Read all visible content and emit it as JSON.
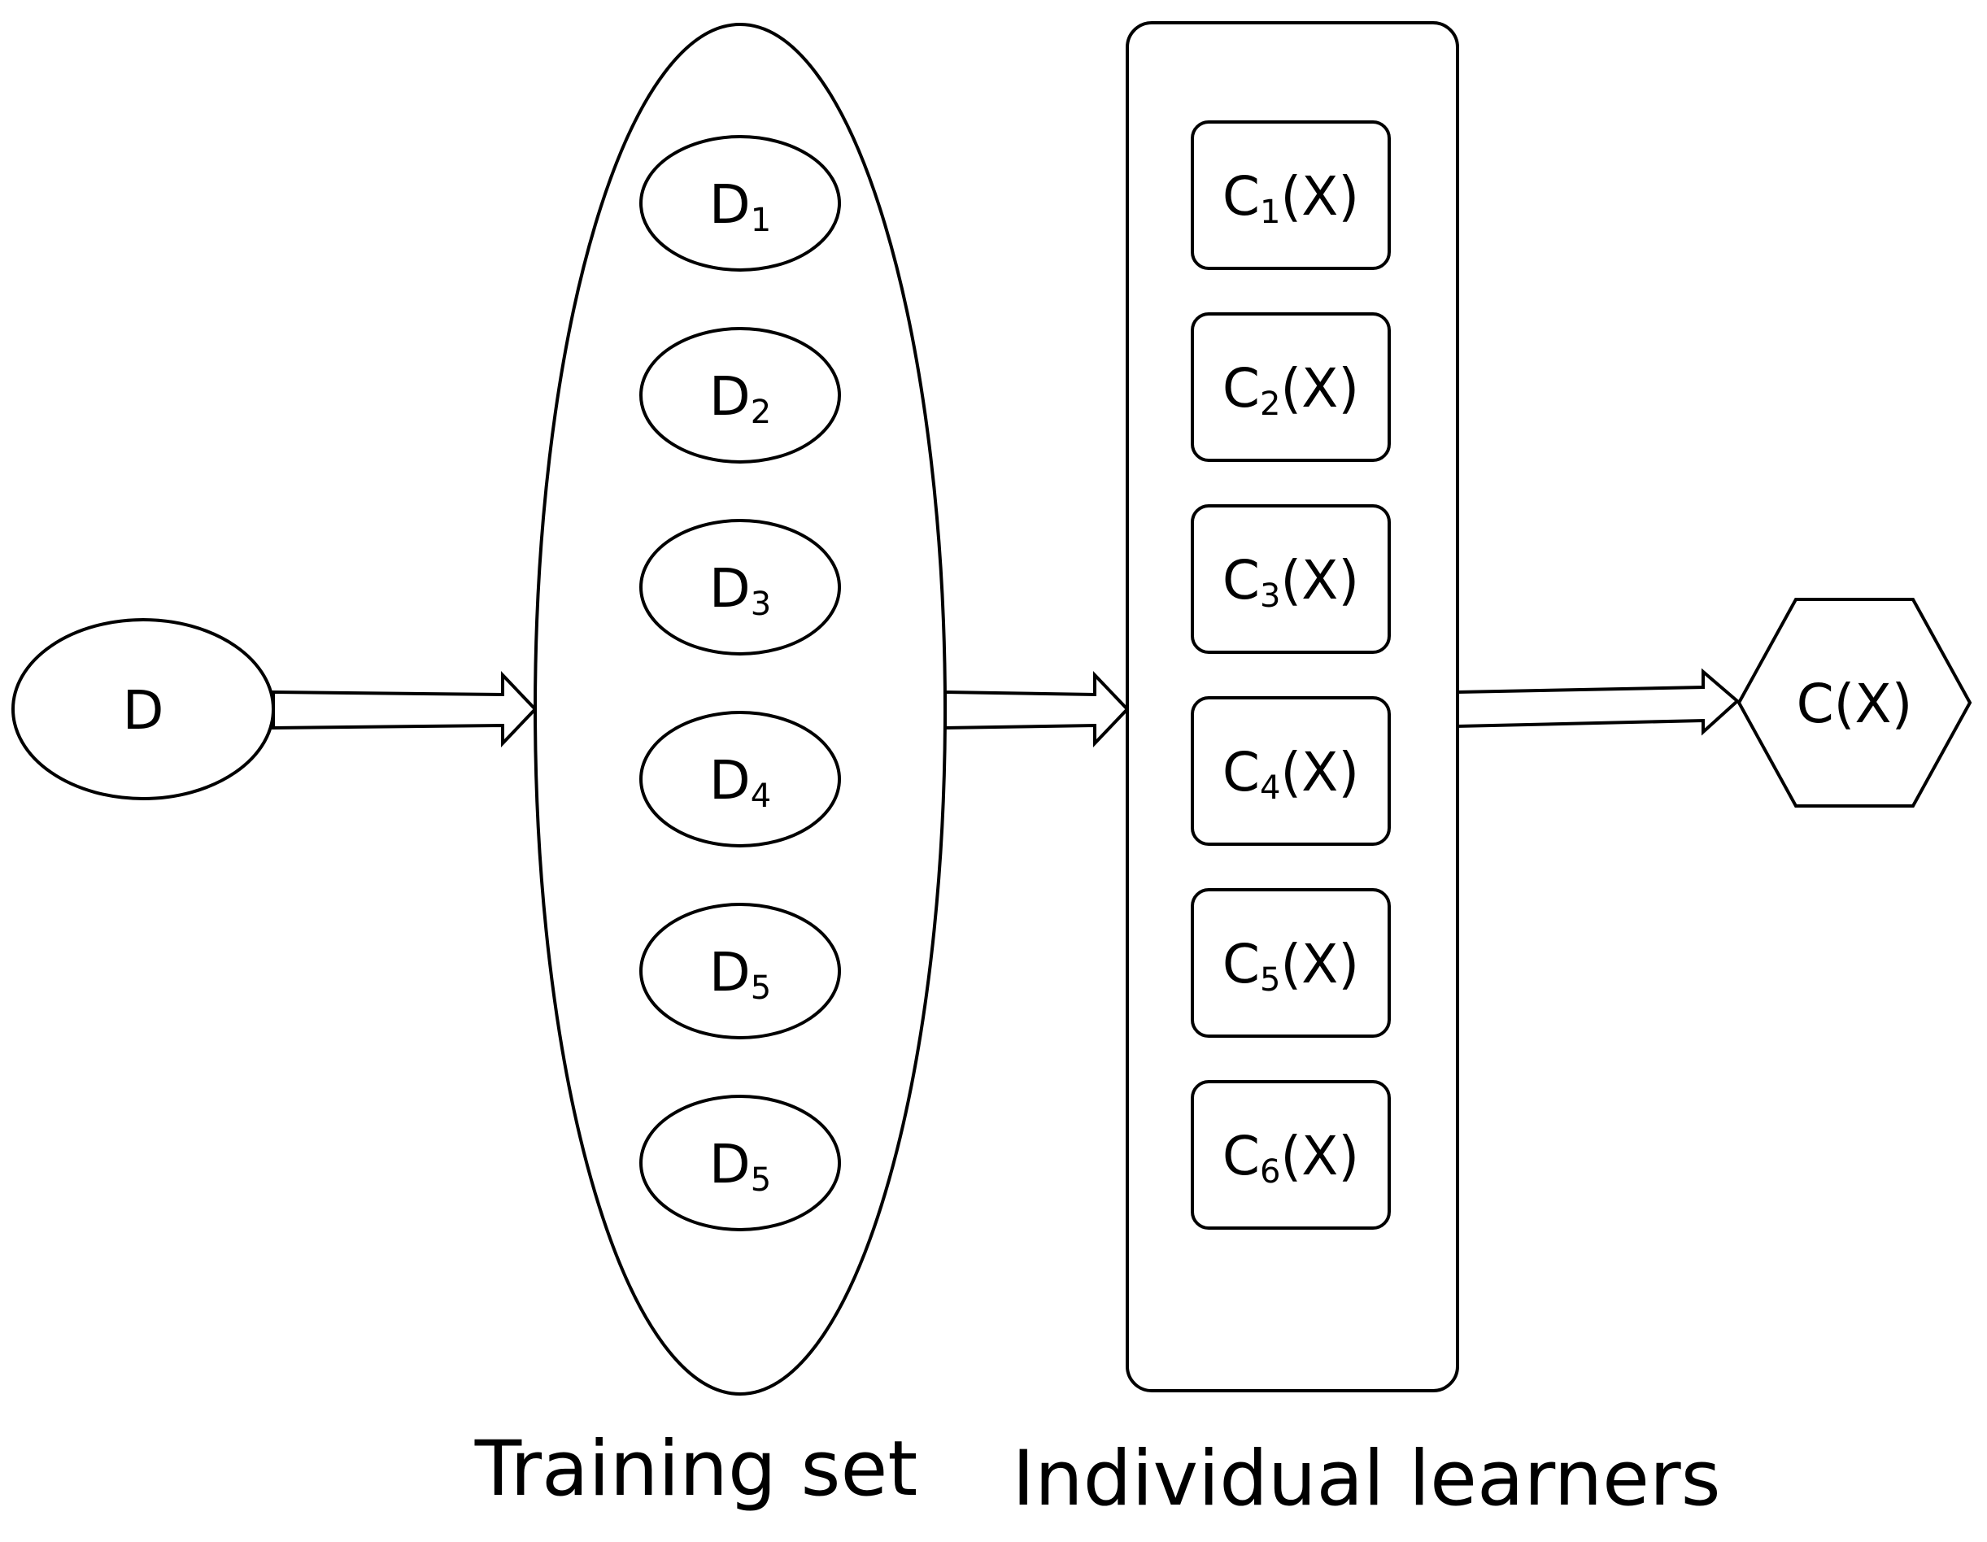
{
  "input": {
    "label": "D"
  },
  "training_set": {
    "caption": "Training set",
    "subsets": [
      {
        "base": "D",
        "sub": "1"
      },
      {
        "base": "D",
        "sub": "2"
      },
      {
        "base": "D",
        "sub": "3"
      },
      {
        "base": "D",
        "sub": "4"
      },
      {
        "base": "D",
        "sub": "5"
      },
      {
        "base": "D",
        "sub": "5"
      }
    ]
  },
  "learners": {
    "caption": "Individual learners",
    "items": [
      {
        "base": "C",
        "sub": "1",
        "suffix": "(X)"
      },
      {
        "base": "C",
        "sub": "2",
        "suffix": "(X)"
      },
      {
        "base": "C",
        "sub": "3",
        "suffix": "(X)"
      },
      {
        "base": "C",
        "sub": "4",
        "suffix": "(X)"
      },
      {
        "base": "C",
        "sub": "5",
        "suffix": "(X)"
      },
      {
        "base": "C",
        "sub": "6",
        "suffix": "(X)"
      }
    ]
  },
  "output": {
    "label": "C(X)"
  }
}
